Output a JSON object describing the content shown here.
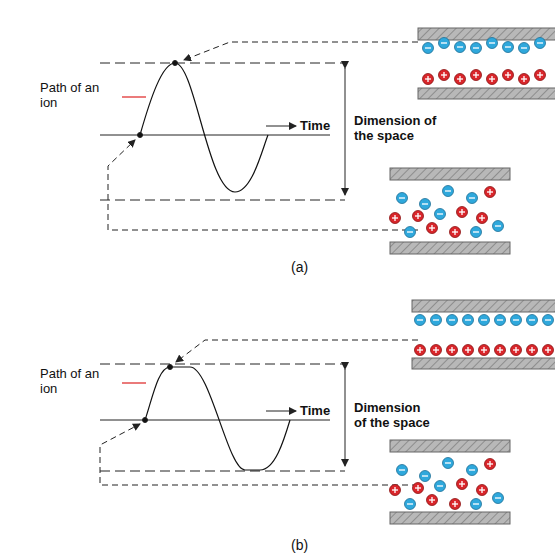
{
  "diagram": {
    "labels": [
      "Path of an ion",
      "Time",
      "Dimension of the space",
      "(a)",
      "Path of an ion",
      "Time",
      "Dimension of the space",
      "(b)"
    ]
  }
}
